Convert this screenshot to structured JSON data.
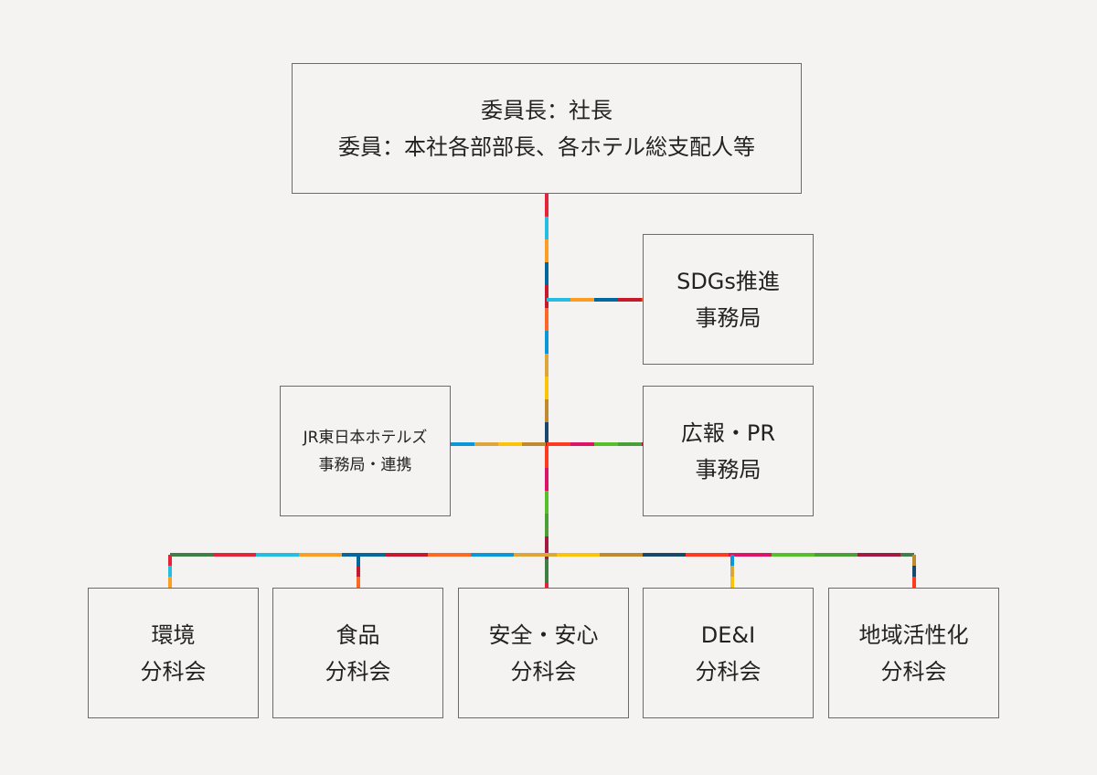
{
  "committee": {
    "line1": "委員長：社長",
    "line2": "委員：本社各部部長、各ホテル総支配人等"
  },
  "sdgs_office": {
    "line1": "SDGs推進",
    "line2": "事務局"
  },
  "jr_office": {
    "line1": "JR東日本ホテルズ",
    "line2": "事務局・連携"
  },
  "pr_office": {
    "line1": "広報・PR",
    "line2": "事務局"
  },
  "subcommittees": [
    {
      "line1": "環境",
      "line2": "分科会"
    },
    {
      "line1": "食品",
      "line2": "分科会"
    },
    {
      "line1": "安全・安心",
      "line2": "分科会"
    },
    {
      "line1": "DE&I",
      "line2": "分科会"
    },
    {
      "line1": "地域活性化",
      "line2": "分科会"
    }
  ],
  "sdg_colors": [
    "#e5243b",
    "#dda63a",
    "#4c9f38",
    "#c5192d",
    "#ff3a21",
    "#26bde2",
    "#fcc30b",
    "#a21942",
    "#fd6925",
    "#dd1367",
    "#fd9d24",
    "#bf8b2e",
    "#3f7e44",
    "#0a97d9",
    "#56c02b",
    "#00689d",
    "#19486a"
  ]
}
